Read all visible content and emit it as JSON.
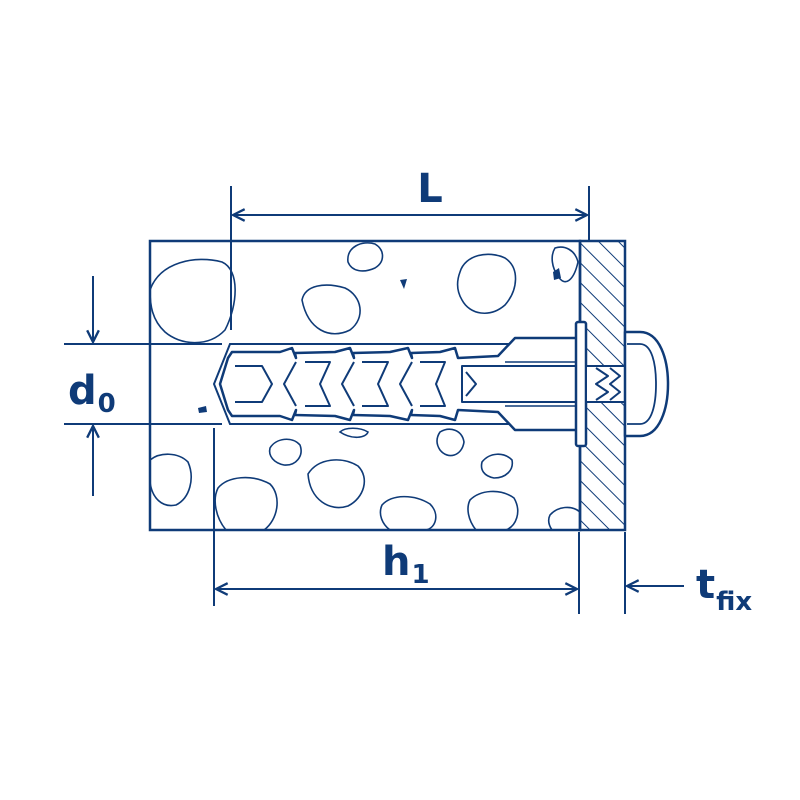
{
  "colors": {
    "stroke": "#0f3b78",
    "fill": "#ffffff",
    "text": "#0f3b78"
  },
  "labels": {
    "L": "L",
    "d_main": "d",
    "d_sub": "0",
    "h_main": "h",
    "h_sub": "1",
    "t_main": "t",
    "t_sub": "fix"
  }
}
